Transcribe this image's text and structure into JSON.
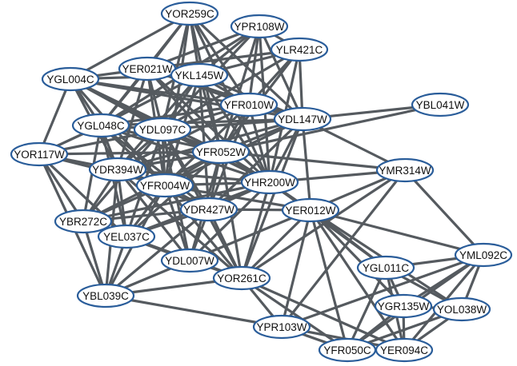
{
  "graph": {
    "nodes": [
      {
        "id": "YOR259C"
      },
      {
        "id": "YPR108W"
      },
      {
        "id": "YLR421C"
      },
      {
        "id": "YGL004C"
      },
      {
        "id": "YER021W"
      },
      {
        "id": "YKL145W"
      },
      {
        "id": "YFR010W"
      },
      {
        "id": "YBL041W"
      },
      {
        "id": "YGL048C"
      },
      {
        "id": "YDL097C"
      },
      {
        "id": "YDL147W"
      },
      {
        "id": "YOR117W"
      },
      {
        "id": "YFR052W"
      },
      {
        "id": "YDR394W"
      },
      {
        "id": "YFR004W"
      },
      {
        "id": "YHR200W"
      },
      {
        "id": "YMR314W"
      },
      {
        "id": "YDR427W"
      },
      {
        "id": "YER012W"
      },
      {
        "id": "YBR272C"
      },
      {
        "id": "YEL037C"
      },
      {
        "id": "YDL007W"
      },
      {
        "id": "YOR261C"
      },
      {
        "id": "YGL011C"
      },
      {
        "id": "YML092C"
      },
      {
        "id": "YBL039C"
      },
      {
        "id": "YGR135W"
      },
      {
        "id": "YOL038W"
      },
      {
        "id": "YPR103W"
      },
      {
        "id": "YFR050C"
      },
      {
        "id": "YER094C"
      }
    ],
    "edges": [
      [
        "YOR259C",
        "YER021W"
      ],
      [
        "YOR259C",
        "YKL145W"
      ],
      [
        "YOR259C",
        "YFR010W"
      ],
      [
        "YOR259C",
        "YGL004C"
      ],
      [
        "YOR259C",
        "YDL097C"
      ],
      [
        "YOR259C",
        "YFR052W"
      ],
      [
        "YOR259C",
        "YDL147W"
      ],
      [
        "YOR259C",
        "YGL048C"
      ],
      [
        "YOR259C",
        "YHR200W"
      ],
      [
        "YOR259C",
        "YFR004W"
      ],
      [
        "YPR108W",
        "YER021W"
      ],
      [
        "YPR108W",
        "YKL145W"
      ],
      [
        "YPR108W",
        "YFR010W"
      ],
      [
        "YPR108W",
        "YDL097C"
      ],
      [
        "YPR108W",
        "YFR052W"
      ],
      [
        "YPR108W",
        "YDL147W"
      ],
      [
        "YPR108W",
        "YGL048C"
      ],
      [
        "YPR108W",
        "YHR200W"
      ],
      [
        "YPR108W",
        "YLR421C"
      ],
      [
        "YLR421C",
        "YKL145W"
      ],
      [
        "YLR421C",
        "YDL147W"
      ],
      [
        "YLR421C",
        "YFR010W"
      ],
      [
        "YLR421C",
        "YFR052W"
      ],
      [
        "YLR421C",
        "YHR200W"
      ],
      [
        "YLR421C",
        "YDL097C"
      ],
      [
        "YLR421C",
        "YER021W"
      ],
      [
        "YGL004C",
        "YER021W"
      ],
      [
        "YGL004C",
        "YKL145W"
      ],
      [
        "YGL004C",
        "YGL048C"
      ],
      [
        "YGL004C",
        "YDL097C"
      ],
      [
        "YGL004C",
        "YFR052W"
      ],
      [
        "YGL004C",
        "YFR004W"
      ],
      [
        "YGL004C",
        "YDR394W"
      ],
      [
        "YGL004C",
        "YOR117W"
      ],
      [
        "YGL004C",
        "YHR200W"
      ],
      [
        "YGL004C",
        "YDL147W"
      ],
      [
        "YGL004C",
        "YFR010W"
      ],
      [
        "YER021W",
        "YKL145W"
      ],
      [
        "YER021W",
        "YFR010W"
      ],
      [
        "YER021W",
        "YGL048C"
      ],
      [
        "YER021W",
        "YDL097C"
      ],
      [
        "YER021W",
        "YFR052W"
      ],
      [
        "YER021W",
        "YDL147W"
      ],
      [
        "YER021W",
        "YFR004W"
      ],
      [
        "YER021W",
        "YHR200W"
      ],
      [
        "YER021W",
        "YDR394W"
      ],
      [
        "YKL145W",
        "YFR010W"
      ],
      [
        "YKL145W",
        "YGL048C"
      ],
      [
        "YKL145W",
        "YDL097C"
      ],
      [
        "YKL145W",
        "YFR052W"
      ],
      [
        "YKL145W",
        "YDL147W"
      ],
      [
        "YKL145W",
        "YFR004W"
      ],
      [
        "YKL145W",
        "YHR200W"
      ],
      [
        "YKL145W",
        "YDR394W"
      ],
      [
        "YKL145W",
        "YDR427W"
      ],
      [
        "YFR010W",
        "YGL048C"
      ],
      [
        "YFR010W",
        "YDL097C"
      ],
      [
        "YFR010W",
        "YFR052W"
      ],
      [
        "YFR010W",
        "YDL147W"
      ],
      [
        "YFR010W",
        "YFR004W"
      ],
      [
        "YFR010W",
        "YHR200W"
      ],
      [
        "YFR010W",
        "YDR394W"
      ],
      [
        "YFR010W",
        "YDR427W"
      ],
      [
        "YBL041W",
        "YDL147W"
      ],
      [
        "YBL041W",
        "YFR052W"
      ],
      [
        "YGL048C",
        "YDL097C"
      ],
      [
        "YGL048C",
        "YFR052W"
      ],
      [
        "YGL048C",
        "YDL147W"
      ],
      [
        "YGL048C",
        "YFR004W"
      ],
      [
        "YGL048C",
        "YHR200W"
      ],
      [
        "YGL048C",
        "YDR394W"
      ],
      [
        "YGL048C",
        "YOR117W"
      ],
      [
        "YGL048C",
        "YDR427W"
      ],
      [
        "YGL048C",
        "YBR272C"
      ],
      [
        "YGL048C",
        "YEL037C"
      ],
      [
        "YDL097C",
        "YFR052W"
      ],
      [
        "YDL097C",
        "YDL147W"
      ],
      [
        "YDL097C",
        "YFR004W"
      ],
      [
        "YDL097C",
        "YHR200W"
      ],
      [
        "YDL097C",
        "YDR394W"
      ],
      [
        "YDL097C",
        "YOR117W"
      ],
      [
        "YDL097C",
        "YDR427W"
      ],
      [
        "YDL097C",
        "YEL037C"
      ],
      [
        "YDL097C",
        "YBR272C"
      ],
      [
        "YDL097C",
        "YDL007W"
      ],
      [
        "YDL097C",
        "YOR261C"
      ],
      [
        "YDL147W",
        "YFR052W"
      ],
      [
        "YDL147W",
        "YFR004W"
      ],
      [
        "YDL147W",
        "YHR200W"
      ],
      [
        "YDL147W",
        "YDR394W"
      ],
      [
        "YDL147W",
        "YDR427W"
      ],
      [
        "YDL147W",
        "YER012W"
      ],
      [
        "YDL147W",
        "YMR314W"
      ],
      [
        "YDL147W",
        "YOR261C"
      ],
      [
        "YOR117W",
        "YDR394W"
      ],
      [
        "YOR117W",
        "YFR004W"
      ],
      [
        "YOR117W",
        "YBR272C"
      ],
      [
        "YOR117W",
        "YEL037C"
      ],
      [
        "YOR117W",
        "YBL039C"
      ],
      [
        "YOR117W",
        "YFR052W"
      ],
      [
        "YFR052W",
        "YDR394W"
      ],
      [
        "YFR052W",
        "YFR004W"
      ],
      [
        "YFR052W",
        "YHR200W"
      ],
      [
        "YFR052W",
        "YDR427W"
      ],
      [
        "YFR052W",
        "YER012W"
      ],
      [
        "YFR052W",
        "YBR272C"
      ],
      [
        "YFR052W",
        "YEL037C"
      ],
      [
        "YFR052W",
        "YDL007W"
      ],
      [
        "YFR052W",
        "YOR261C"
      ],
      [
        "YFR052W",
        "YMR314W"
      ],
      [
        "YDR394W",
        "YFR004W"
      ],
      [
        "YDR394W",
        "YHR200W"
      ],
      [
        "YDR394W",
        "YDR427W"
      ],
      [
        "YDR394W",
        "YBR272C"
      ],
      [
        "YDR394W",
        "YEL037C"
      ],
      [
        "YDR394W",
        "YDL007W"
      ],
      [
        "YDR394W",
        "YOR261C"
      ],
      [
        "YDR394W",
        "YBL039C"
      ],
      [
        "YFR004W",
        "YHR200W"
      ],
      [
        "YFR004W",
        "YDR427W"
      ],
      [
        "YFR004W",
        "YER012W"
      ],
      [
        "YFR004W",
        "YBR272C"
      ],
      [
        "YFR004W",
        "YEL037C"
      ],
      [
        "YFR004W",
        "YDL007W"
      ],
      [
        "YFR004W",
        "YOR261C"
      ],
      [
        "YFR004W",
        "YBL039C"
      ],
      [
        "YHR200W",
        "YDR427W"
      ],
      [
        "YHR200W",
        "YER012W"
      ],
      [
        "YHR200W",
        "YMR314W"
      ],
      [
        "YHR200W",
        "YEL037C"
      ],
      [
        "YHR200W",
        "YDL007W"
      ],
      [
        "YHR200W",
        "YOR261C"
      ],
      [
        "YHR200W",
        "YGL011C"
      ],
      [
        "YHR200W",
        "YBR272C"
      ],
      [
        "YMR314W",
        "YER012W"
      ],
      [
        "YMR314W",
        "YML092C"
      ],
      [
        "YMR314W",
        "YOR261C"
      ],
      [
        "YMR314W",
        "YPR103W"
      ],
      [
        "YDR427W",
        "YER012W"
      ],
      [
        "YDR427W",
        "YEL037C"
      ],
      [
        "YDR427W",
        "YDL007W"
      ],
      [
        "YDR427W",
        "YOR261C"
      ],
      [
        "YDR427W",
        "YBR272C"
      ],
      [
        "YDR427W",
        "YBL039C"
      ],
      [
        "YER012W",
        "YOR261C"
      ],
      [
        "YER012W",
        "YGL011C"
      ],
      [
        "YER012W",
        "YML092C"
      ],
      [
        "YER012W",
        "YGR135W"
      ],
      [
        "YER012W",
        "YOL038W"
      ],
      [
        "YER012W",
        "YPR103W"
      ],
      [
        "YER012W",
        "YFR050C"
      ],
      [
        "YER012W",
        "YER094C"
      ],
      [
        "YER012W",
        "YDL007W"
      ],
      [
        "YBR272C",
        "YEL037C"
      ],
      [
        "YBR272C",
        "YBL039C"
      ],
      [
        "YBR272C",
        "YDL007W"
      ],
      [
        "YBR272C",
        "YOR261C"
      ],
      [
        "YEL037C",
        "YDL007W"
      ],
      [
        "YEL037C",
        "YOR261C"
      ],
      [
        "YEL037C",
        "YBL039C"
      ],
      [
        "YDL007W",
        "YOR261C"
      ],
      [
        "YDL007W",
        "YBL039C"
      ],
      [
        "YOR261C",
        "YBL039C"
      ],
      [
        "YOR261C",
        "YPR103W"
      ],
      [
        "YOR261C",
        "YFR050C"
      ],
      [
        "YOR261C",
        "YER094C"
      ],
      [
        "YGL011C",
        "YML092C"
      ],
      [
        "YGL011C",
        "YGR135W"
      ],
      [
        "YGL011C",
        "YOL038W"
      ],
      [
        "YGL011C",
        "YFR050C"
      ],
      [
        "YGL011C",
        "YER094C"
      ],
      [
        "YML092C",
        "YGR135W"
      ],
      [
        "YML092C",
        "YOL038W"
      ],
      [
        "YML092C",
        "YFR050C"
      ],
      [
        "YML092C",
        "YER094C"
      ],
      [
        "YML092C",
        "YPR103W"
      ],
      [
        "YGR135W",
        "YOL038W"
      ],
      [
        "YGR135W",
        "YFR050C"
      ],
      [
        "YGR135W",
        "YER094C"
      ],
      [
        "YOL038W",
        "YER094C"
      ],
      [
        "YOL038W",
        "YFR050C"
      ],
      [
        "YPR103W",
        "YFR050C"
      ],
      [
        "YPR103W",
        "YER094C"
      ],
      [
        "YPR103W",
        "YBL039C"
      ],
      [
        "YFR050C",
        "YER094C"
      ]
    ]
  }
}
